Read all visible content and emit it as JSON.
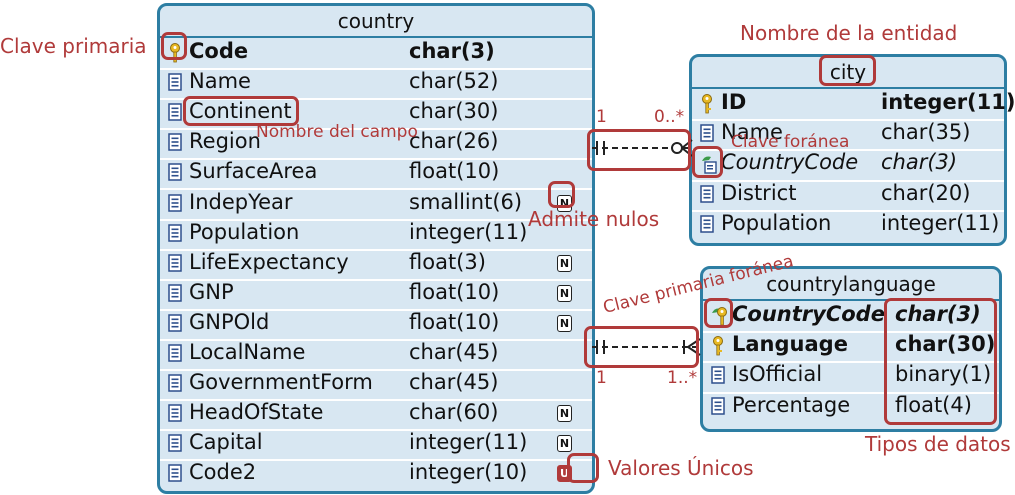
{
  "entities": {
    "country": {
      "title": "country",
      "fields": [
        {
          "name": "Code",
          "type": "char(3)",
          "key": "pk",
          "bold": true,
          "italic": false,
          "null": false,
          "unique": false
        },
        {
          "name": "Name",
          "type": "char(52)",
          "key": "",
          "bold": false,
          "italic": false,
          "null": false,
          "unique": false
        },
        {
          "name": "Continent",
          "type": "char(30)",
          "key": "",
          "bold": false,
          "italic": false,
          "null": false,
          "unique": false
        },
        {
          "name": "Region",
          "type": "char(26)",
          "key": "",
          "bold": false,
          "italic": false,
          "null": false,
          "unique": false
        },
        {
          "name": "SurfaceArea",
          "type": "float(10)",
          "key": "",
          "bold": false,
          "italic": false,
          "null": false,
          "unique": false
        },
        {
          "name": "IndepYear",
          "type": "smallint(6)",
          "key": "",
          "bold": false,
          "italic": false,
          "null": true,
          "unique": false
        },
        {
          "name": "Population",
          "type": "integer(11)",
          "key": "",
          "bold": false,
          "italic": false,
          "null": false,
          "unique": false
        },
        {
          "name": "LifeExpectancy",
          "type": "float(3)",
          "key": "",
          "bold": false,
          "italic": false,
          "null": true,
          "unique": false
        },
        {
          "name": "GNP",
          "type": "float(10)",
          "key": "",
          "bold": false,
          "italic": false,
          "null": true,
          "unique": false
        },
        {
          "name": "GNPOld",
          "type": "float(10)",
          "key": "",
          "bold": false,
          "italic": false,
          "null": true,
          "unique": false
        },
        {
          "name": "LocalName",
          "type": "char(45)",
          "key": "",
          "bold": false,
          "italic": false,
          "null": false,
          "unique": false
        },
        {
          "name": "GovernmentForm",
          "type": "char(45)",
          "key": "",
          "bold": false,
          "italic": false,
          "null": false,
          "unique": false
        },
        {
          "name": "HeadOfState",
          "type": "char(60)",
          "key": "",
          "bold": false,
          "italic": false,
          "null": true,
          "unique": false
        },
        {
          "name": "Capital",
          "type": "integer(11)",
          "key": "",
          "bold": false,
          "italic": false,
          "null": true,
          "unique": false
        },
        {
          "name": "Code2",
          "type": "integer(10)",
          "key": "",
          "bold": false,
          "italic": false,
          "null": false,
          "unique": true
        }
      ]
    },
    "city": {
      "title": "city",
      "fields": [
        {
          "name": "ID",
          "type": "integer(11)",
          "key": "pk",
          "bold": true,
          "italic": false
        },
        {
          "name": "Name",
          "type": "char(35)",
          "key": "",
          "bold": false,
          "italic": false
        },
        {
          "name": "CountryCode",
          "type": "char(3)",
          "key": "fk",
          "bold": false,
          "italic": true
        },
        {
          "name": "District",
          "type": "char(20)",
          "key": "",
          "bold": false,
          "italic": false
        },
        {
          "name": "Population",
          "type": "integer(11)",
          "key": "",
          "bold": false,
          "italic": false
        }
      ]
    },
    "countrylanguage": {
      "title": "countrylanguage",
      "fields": [
        {
          "name": "CountryCode",
          "type": "char(3)",
          "key": "pfk",
          "bold": true,
          "italic": true
        },
        {
          "name": "Language",
          "type": "char(30)",
          "key": "pk",
          "bold": true,
          "italic": false
        },
        {
          "name": "IsOfficial",
          "type": "binary(1)",
          "key": "",
          "bold": false,
          "italic": false
        },
        {
          "name": "Percentage",
          "type": "float(4)",
          "key": "",
          "bold": false,
          "italic": false
        }
      ]
    }
  },
  "badges": {
    "null_letter": "N",
    "unique_letter": "U"
  },
  "relations": [
    {
      "from": "country",
      "to": "city",
      "from_card": "1",
      "to_card": "0..*"
    },
    {
      "from": "country",
      "to": "countrylanguage",
      "from_card": "1",
      "to_card": "1..*"
    }
  ],
  "annotations": {
    "primary_key": "Clave primaria",
    "entity_name": "Nombre de la entidad",
    "field_name": "Nombre del campo",
    "foreign_key": "Clave foránea",
    "nullable": "Admite nulos",
    "primary_foreign_key": "Clave primaria foránea",
    "data_types": "Tipos de datos",
    "unique_values": "Valores Únicos"
  },
  "colors": {
    "entity_border": "#2d7ea3",
    "entity_fill": "#d8e7f2",
    "annotation": "#b03a3a",
    "key": "#e8b923"
  }
}
